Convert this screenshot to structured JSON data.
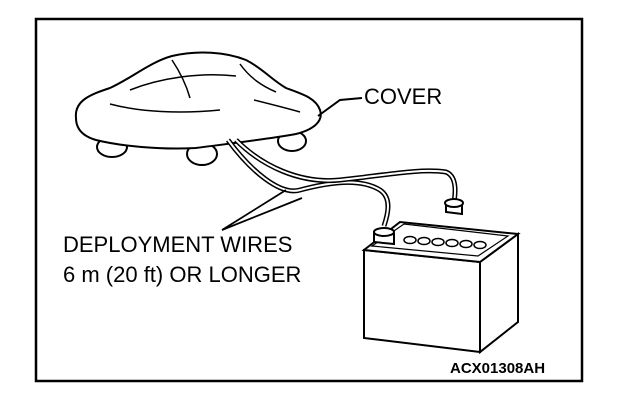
{
  "labels": {
    "cover": "COVER",
    "deployment_wires_line1": "DEPLOYMENT WIRES",
    "deployment_wires_line2": "6 m (20 ft) OR LONGER",
    "figure_code": "ACX01308AH"
  },
  "colors": {
    "ink": "#000000",
    "paper": "#ffffff"
  },
  "icons": {
    "car": "covered-car-icon",
    "battery": "car-battery-icon"
  }
}
